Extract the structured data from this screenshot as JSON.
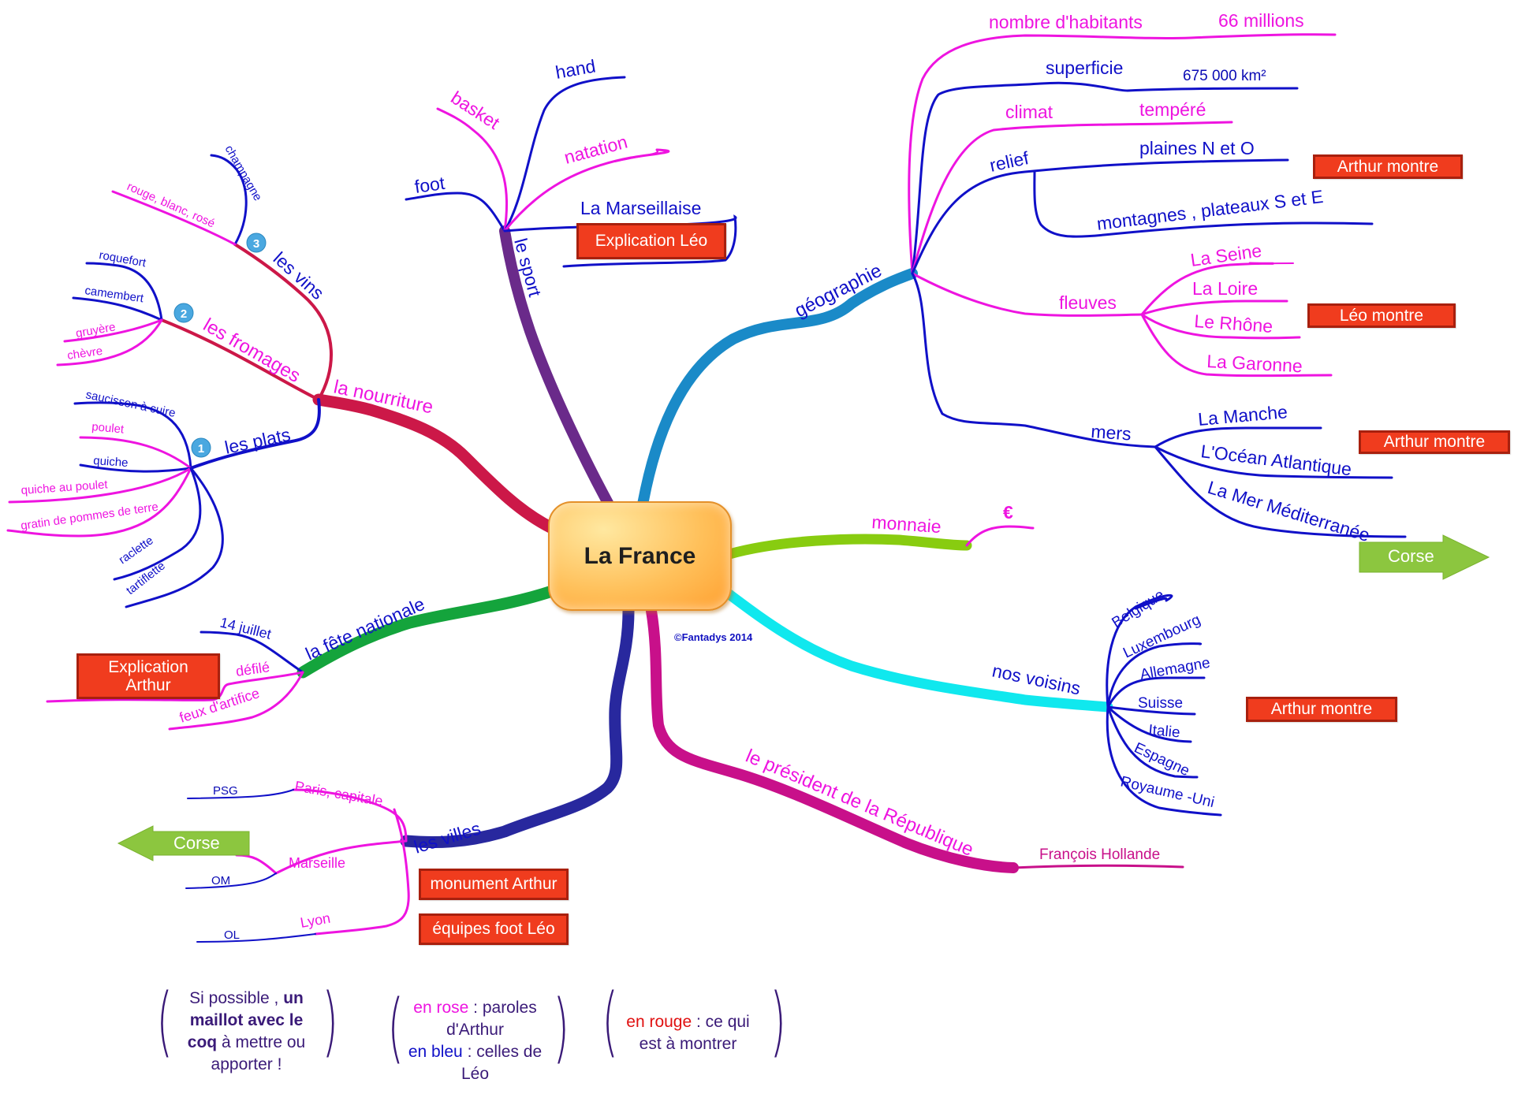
{
  "center": {
    "title": "La France",
    "copyright": "©Fantadys 2014"
  },
  "colors": {
    "rouge_box": "#f03c1e",
    "rose_text": "#ee14e0",
    "bleu_text": "#1010c8",
    "arrow_green": "#8cc63f",
    "center_orange": "#ffb347"
  },
  "branches": {
    "sport": {
      "label": "le sport",
      "children": [
        "foot",
        "basket",
        "hand",
        "natation",
        "La Marseillaise"
      ],
      "tag": "Explication Léo"
    },
    "geographie": {
      "label": "géographie",
      "habitants": {
        "label": "nombre d'habitants",
        "value": "66 millions"
      },
      "superficie": {
        "label": "superficie",
        "value": "675 000 km²"
      },
      "climat": {
        "label": "climat",
        "value": "tempéré"
      },
      "relief": {
        "label": "relief",
        "items": [
          "plaines N et O",
          "montagnes , plateaux S et E"
        ],
        "tag": "Arthur montre"
      },
      "fleuves": {
        "label": "fleuves",
        "items": [
          "La Seine",
          "La Loire",
          "Le Rhône",
          "La Garonne"
        ],
        "tag": "Léo montre"
      },
      "mers": {
        "label": "mers",
        "items": [
          "La Manche",
          "L'Océan Atlantique",
          "La Mer Méditerranée"
        ],
        "tag": "Arthur montre"
      },
      "arrow": "Corse"
    },
    "monnaie": {
      "label": "monnaie",
      "value": "€"
    },
    "voisins": {
      "label": "nos voisins",
      "items": [
        "Belgique",
        "Luxembourg",
        "Allemagne",
        "Suisse",
        "Italie",
        "Espagne",
        "Royaume -Uni"
      ],
      "tag": "Arthur montre"
    },
    "president": {
      "label": "le président de la République",
      "value": "François Hollande"
    },
    "villes": {
      "label": "les villes",
      "cities": [
        {
          "name": "Paris, capitale",
          "team": "PSG"
        },
        {
          "name": "Marseille",
          "team": "OM"
        },
        {
          "name": "Lyon",
          "team": "OL"
        }
      ],
      "arrow": "Corse",
      "tags": [
        "monument Arthur",
        "équipes foot Léo"
      ]
    },
    "fete": {
      "label": "la fête nationale",
      "items": [
        "14 juillet",
        "défilé",
        "feux d'artifice"
      ],
      "tag_line1": "Explication",
      "tag_line2": "Arthur"
    },
    "nourriture": {
      "label": "la nourriture",
      "plats": {
        "label": "les plats",
        "badge": "1",
        "items": [
          "saucisson à cuire",
          "poulet",
          "quiche",
          "quiche au poulet",
          "gratin de pommes de terre",
          "raclette",
          "tartiflette"
        ]
      },
      "fromages": {
        "label": "les fromages",
        "badge": "2",
        "items": [
          "roquefort",
          "camembert",
          "gruyère",
          "chèvre"
        ]
      },
      "vins": {
        "label": "les vins",
        "badge": "3",
        "items": [
          "champagne",
          "rouge, blanc, rosé"
        ]
      }
    }
  },
  "notes": {
    "maillot": {
      "p1": "Si possible , ",
      "b1": "un maillot avec le coq",
      "p2": " à mettre ou apporter !"
    },
    "couleurs": {
      "rose": "en rose",
      "rose_rest": " : paroles d'Arthur",
      "bleu": "en bleu",
      "bleu_rest": " : celles de Léo"
    },
    "rouge": {
      "rouge": "en rouge",
      "rest": " : ce qui est à montrer"
    }
  }
}
